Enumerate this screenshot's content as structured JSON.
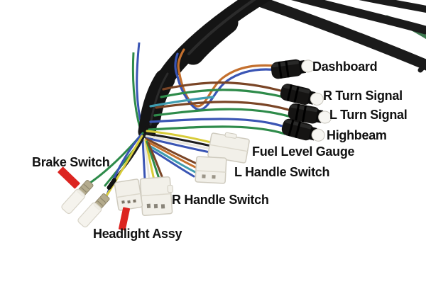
{
  "labels": {
    "dashboard": "Dashboard",
    "r_turn_signal": "R Turn Signal",
    "l_turn_signal": "L Turn Signal",
    "highbeam": "Highbeam",
    "fuel_level_gauge": "Fuel Level Gauge",
    "l_handle_switch": "L Handle Switch",
    "r_handle_switch": "R Handle Switch",
    "brake_switch": "Brake Switch",
    "headlight_assy": "Headlight Assy"
  },
  "colors": {
    "background": "#ffffff",
    "label_text": "#111111",
    "arrow_red": "#dc2420",
    "sleeve_black": "#141414",
    "cable_black": "#1b1b1b",
    "cable_green": "#3e7a50",
    "wire_orange": "#c4702e",
    "wire_blue": "#3a55b4",
    "wire_brown": "#7a4526",
    "wire_green": "#2e8b4a",
    "wire_teal": "#3f9db0",
    "wire_yellow": "#d8cc3a",
    "wire_black": "#1c1c1c",
    "wire_white": "#e8e6dd",
    "connector_shell": "#f2f0e9",
    "connector_edge": "#cfcbbf",
    "bullet_black": "#151413",
    "bullet_tip": "#f7f6f2",
    "terminal_metal": "#b4ab8d"
  }
}
